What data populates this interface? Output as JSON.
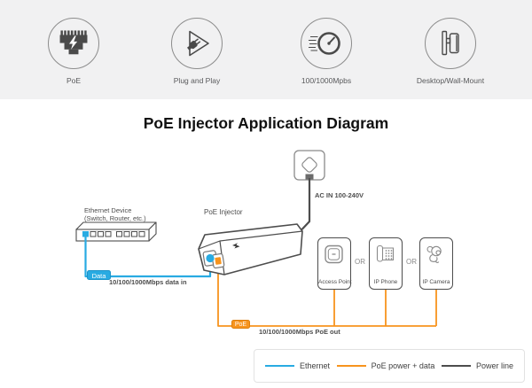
{
  "banner": {
    "features": [
      {
        "label": "PoE"
      },
      {
        "label": "Plug and Play"
      },
      {
        "label": "100/1000Mpbs"
      },
      {
        "label": "Desktop/Wall-Mount"
      }
    ]
  },
  "title": "PoE Injector Application Diagram",
  "diagram": {
    "ac_label": "AC IN 100-240V",
    "injector_label": "PoE Injector",
    "source_line1": "Ethernet Device",
    "source_line2": "(Switch, Router, etc.)",
    "data_badge": "Data",
    "data_caption": "10/100/1000Mbps data in",
    "poe_badge": "PoE",
    "poe_caption": "10/100/1000Mbps PoE out",
    "or_label": "OR",
    "devices": [
      {
        "label": "Access Point"
      },
      {
        "label": "IP Phone"
      },
      {
        "label": "IP Camera"
      }
    ]
  },
  "legend": {
    "items": [
      {
        "label": "Ethernet",
        "color": "#29abe2"
      },
      {
        "label": "PoE power + data",
        "color": "#f7941e"
      },
      {
        "label": "Power line",
        "color": "#4d4d4d"
      }
    ]
  },
  "colors": {
    "ethernet": "#29abe2",
    "poe": "#f7941e",
    "power_line": "#4d4d4d",
    "banner_bg": "#f1f1f2"
  }
}
